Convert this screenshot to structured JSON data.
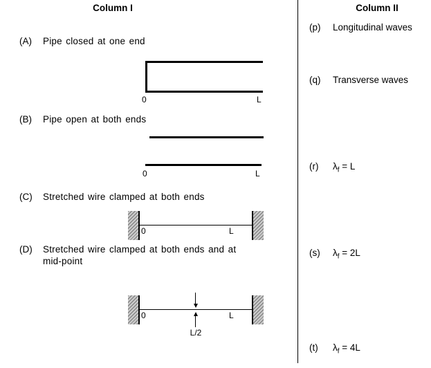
{
  "headers": {
    "column1": "Column I",
    "column2": "Column II"
  },
  "column1": {
    "itemA": {
      "key": "(A)",
      "label": "Pipe closed at one end",
      "zero": "0",
      "L": "L"
    },
    "itemB": {
      "key": "(B)",
      "label": "Pipe open at both ends",
      "zero": "0",
      "L": "L"
    },
    "itemC": {
      "key": "(C)",
      "label": "Stretched wire clamped at both ends",
      "zero": "0",
      "L": "L"
    },
    "itemD": {
      "key": "(D)",
      "label": "Stretched wire clamped at both ends and at mid-point",
      "zero": "0",
      "L": "L",
      "mid": "L/2"
    }
  },
  "column2": {
    "p": {
      "key": "(p)",
      "label": "Longitudinal waves"
    },
    "q": {
      "key": "(q)",
      "label": "Transverse waves"
    },
    "r": {
      "key": "(r)",
      "lambda": "λ",
      "sub": "f",
      "eq": " = L"
    },
    "s": {
      "key": "(s)",
      "lambda": "λ",
      "sub": "f",
      "eq": " = 2L"
    },
    "t": {
      "key": "(t)",
      "lambda": "λ",
      "sub": "f",
      "eq": " = 4L"
    }
  }
}
